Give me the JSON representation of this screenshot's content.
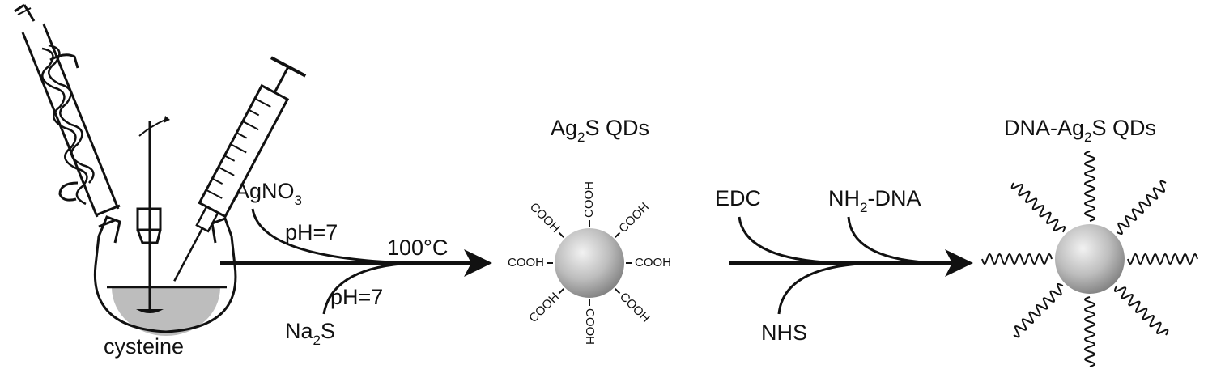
{
  "labels": {
    "reactant_solution": "cysteine",
    "reagent_1": "AgNO",
    "reagent_1_sub": "3",
    "reagent_2": "Na",
    "reagent_2_sub": "2",
    "reagent_2_tail": "S",
    "ph_1": "pH=7",
    "ph_2": "pH=7",
    "temperature": "100°C",
    "product_1_pre": "Ag",
    "product_1_sub": "2",
    "product_1_post": "S QDs",
    "coupling_1": "EDC",
    "coupling_2": "NHS",
    "ligand_pre": "NH",
    "ligand_sub": "2",
    "ligand_post": "-DNA",
    "product_2_pre": "DNA-Ag",
    "product_2_sub": "2",
    "product_2_post": "S QDs",
    "surface_group": "COOH"
  },
  "colors": {
    "ink": "#111111",
    "solution_fill": "#bdbdbd",
    "qd_highlight": "#f2f2f2",
    "qd_shadow": "#7d7d7d"
  }
}
